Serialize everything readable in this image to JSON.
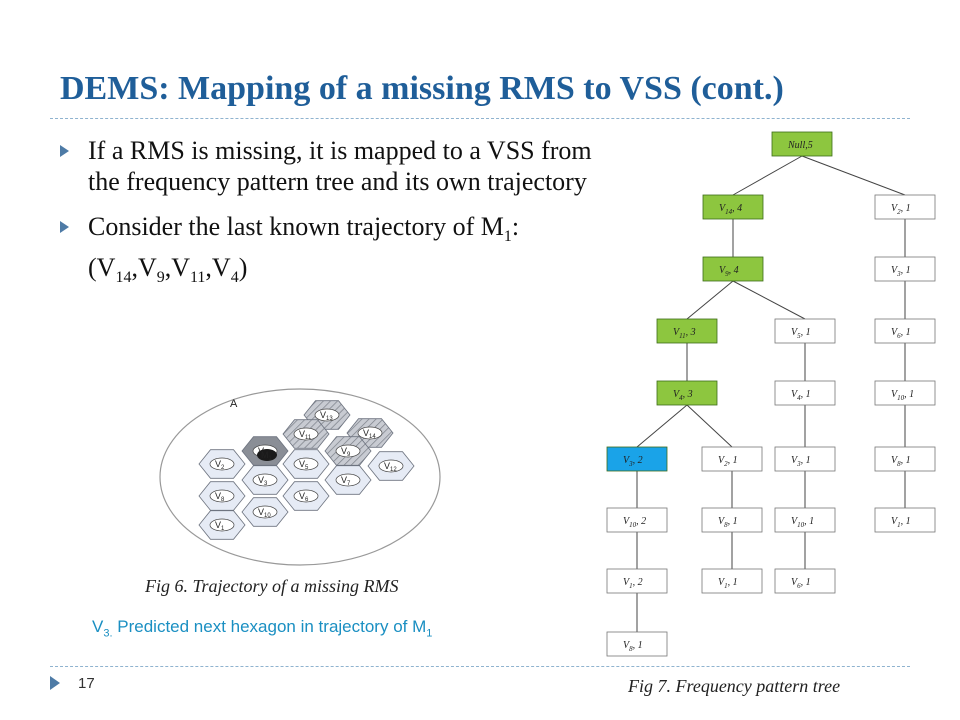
{
  "slide": {
    "title": "DEMS: Mapping of a missing RMS to VSS (cont.)",
    "bullets": [
      {
        "text": "If a RMS is missing, it is mapped to a VSS from the frequency pattern tree and its own trajectory"
      },
      {
        "text_prefix": "Consider the last known trajectory of M",
        "text_sub1": "1",
        "text_mid": ": (V",
        "subs": [
          "14",
          "9",
          "11",
          "4"
        ]
      }
    ],
    "fig6_caption": "Fig 6. Trajectory of a missing RMS",
    "prediction_prefix": "V",
    "prediction_sub": "3.",
    "prediction_text": " Predicted next hexagon in trajectory of M",
    "prediction_sub2": "1",
    "fig7_caption": "Fig 7. Frequency pattern tree",
    "slide_number": "17"
  },
  "fig6": {
    "region_label": "A",
    "hexagons": [
      {
        "label": "V13",
        "base": "V",
        "sub": "13",
        "style": "hatched"
      },
      {
        "label": "V11",
        "base": "V",
        "sub": "11",
        "style": "hatched"
      },
      {
        "label": "V14",
        "base": "V",
        "sub": "14",
        "style": "hatched"
      },
      {
        "label": "V4",
        "base": "V",
        "sub": "4",
        "style": "dark"
      },
      {
        "label": "V9",
        "base": "V",
        "sub": "9",
        "style": "hatched"
      },
      {
        "label": "V2",
        "base": "V",
        "sub": "2",
        "style": "plain"
      },
      {
        "label": "V5",
        "base": "V",
        "sub": "5",
        "style": "plain"
      },
      {
        "label": "V12",
        "base": "V",
        "sub": "12",
        "style": "plain"
      },
      {
        "label": "V3",
        "base": "V",
        "sub": "3",
        "style": "plain"
      },
      {
        "label": "V7",
        "base": "V",
        "sub": "7",
        "style": "plain"
      },
      {
        "label": "V8",
        "base": "V",
        "sub": "8",
        "style": "plain"
      },
      {
        "label": "V6",
        "base": "V",
        "sub": "6",
        "style": "plain"
      },
      {
        "label": "V10",
        "base": "V",
        "sub": "10",
        "style": "plain"
      },
      {
        "label": "V1",
        "base": "V",
        "sub": "1",
        "style": "plain"
      }
    ],
    "rms_label": "M",
    "rms_sub": "1"
  },
  "tree": {
    "colors": {
      "frequent": "#8dc63f",
      "predicted": "#1aa3e8",
      "plain": "#ffffff"
    },
    "nodes": [
      {
        "id": "root",
        "v": "Null",
        "sub": "",
        "count": "5",
        "kind": "frequent"
      },
      {
        "id": "a1",
        "v": "V",
        "sub": "14",
        "count": "4",
        "kind": "frequent"
      },
      {
        "id": "b1",
        "v": "V",
        "sub": "2",
        "count": "1",
        "kind": "plain"
      },
      {
        "id": "a2",
        "v": "V",
        "sub": "9",
        "count": "4",
        "kind": "frequent"
      },
      {
        "id": "b2",
        "v": "V",
        "sub": "3",
        "count": "1",
        "kind": "plain"
      },
      {
        "id": "a3",
        "v": "V",
        "sub": "11",
        "count": "3",
        "kind": "frequent"
      },
      {
        "id": "c3",
        "v": "V",
        "sub": "5",
        "count": "1",
        "kind": "plain"
      },
      {
        "id": "b3",
        "v": "V",
        "sub": "6",
        "count": "1",
        "kind": "plain"
      },
      {
        "id": "a4",
        "v": "V",
        "sub": "4",
        "count": "3",
        "kind": "frequent"
      },
      {
        "id": "c4",
        "v": "V",
        "sub": "4",
        "count": "1",
        "kind": "plain"
      },
      {
        "id": "b4",
        "v": "V",
        "sub": "10",
        "count": "1",
        "kind": "plain"
      },
      {
        "id": "a5",
        "v": "V",
        "sub": "3",
        "count": "2",
        "kind": "predicted"
      },
      {
        "id": "d5",
        "v": "V",
        "sub": "2",
        "count": "1",
        "kind": "plain"
      },
      {
        "id": "c5",
        "v": "V",
        "sub": "3",
        "count": "1",
        "kind": "plain"
      },
      {
        "id": "b5",
        "v": "V",
        "sub": "8",
        "count": "1",
        "kind": "plain"
      },
      {
        "id": "a6",
        "v": "V",
        "sub": "10",
        "count": "2",
        "kind": "plain"
      },
      {
        "id": "d6",
        "v": "V",
        "sub": "8",
        "count": "1",
        "kind": "plain"
      },
      {
        "id": "c6",
        "v": "V",
        "sub": "10",
        "count": "1",
        "kind": "plain"
      },
      {
        "id": "b6",
        "v": "V",
        "sub": "1",
        "count": "1",
        "kind": "plain"
      },
      {
        "id": "a7",
        "v": "V",
        "sub": "1",
        "count": "2",
        "kind": "plain"
      },
      {
        "id": "d7",
        "v": "V",
        "sub": "1",
        "count": "1",
        "kind": "plain"
      },
      {
        "id": "c7",
        "v": "V",
        "sub": "6",
        "count": "1",
        "kind": "plain"
      },
      {
        "id": "a8",
        "v": "V",
        "sub": "8",
        "count": "1",
        "kind": "plain"
      }
    ],
    "edges": [
      [
        "root",
        "a1"
      ],
      [
        "root",
        "b1"
      ],
      [
        "a1",
        "a2"
      ],
      [
        "b1",
        "b2"
      ],
      [
        "a2",
        "a3"
      ],
      [
        "a2",
        "c3"
      ],
      [
        "b2",
        "b3"
      ],
      [
        "a3",
        "a4"
      ],
      [
        "c3",
        "c4"
      ],
      [
        "b3",
        "b4"
      ],
      [
        "a4",
        "a5"
      ],
      [
        "a4",
        "d5"
      ],
      [
        "c4",
        "c5"
      ],
      [
        "b4",
        "b5"
      ],
      [
        "a5",
        "a6"
      ],
      [
        "d5",
        "d6"
      ],
      [
        "c5",
        "c6"
      ],
      [
        "b5",
        "b6"
      ],
      [
        "a6",
        "a7"
      ],
      [
        "d6",
        "d7"
      ],
      [
        "c6",
        "c7"
      ],
      [
        "a7",
        "a8"
      ]
    ]
  }
}
